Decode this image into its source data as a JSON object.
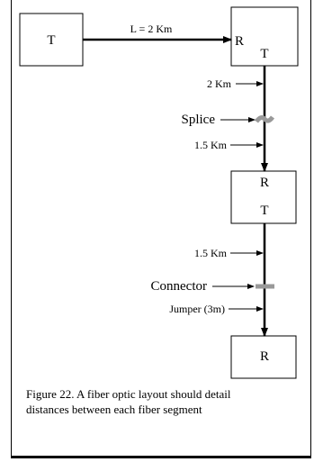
{
  "diagram": {
    "transmitter_a": "T",
    "link_label": "L = 2 Km",
    "repeater1_receive": "R",
    "repeater1_transmit": "T",
    "segment1_length": "2 Km",
    "splice_label": "Splice",
    "segment2_length": "1.5 Km",
    "repeater2_receive": "R",
    "repeater2_transmit": "T",
    "segment3_length": "1.5 Km",
    "connector_label": "Connector",
    "jumper_label": "Jumper (3m)",
    "receiver_label": "R"
  },
  "caption": {
    "line1": "Figure 22. A fiber optic layout should detail",
    "line2": "distances between each fiber segment"
  },
  "colors": {
    "line": "#000000",
    "splice": "#999999",
    "connector": "#999999"
  }
}
